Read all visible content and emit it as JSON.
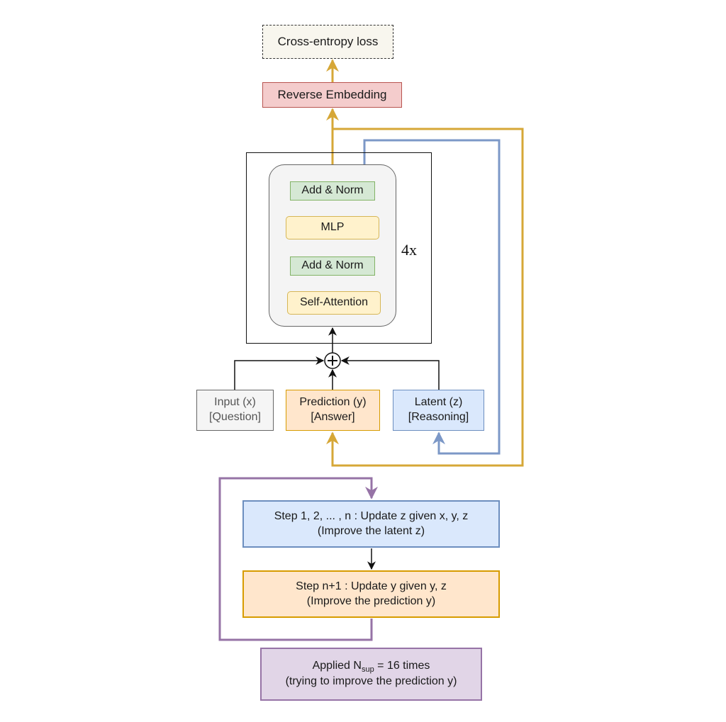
{
  "colors": {
    "output_path": "#d6a737",
    "latent_path": "#7c98c7",
    "loop_path": "#9673a6",
    "flow": "#111111"
  },
  "loss": {
    "label": "Cross-entropy loss"
  },
  "reverse_embedding": {
    "label": "Reverse Embedding"
  },
  "block": {
    "repeat_label": "4x",
    "layers": [
      {
        "id": "add-norm-top",
        "label": "Add & Norm"
      },
      {
        "id": "mlp",
        "label": "MLP"
      },
      {
        "id": "add-norm-bottom",
        "label": "Add & Norm"
      },
      {
        "id": "self-attention",
        "label": "Self-Attention"
      }
    ]
  },
  "sum_node": {
    "symbol": "+"
  },
  "inputs": {
    "input_x": {
      "line1": "Input (x)",
      "line2": "[Question]"
    },
    "prediction_y": {
      "line1": "Prediction (y)",
      "line2": "[Answer]"
    },
    "latent_z": {
      "line1": "Latent (z)",
      "line2": "[Reasoning]"
    }
  },
  "steps": {
    "step_latent": {
      "line1": "Step 1, 2, ... , n : Update z given x, y, z",
      "line2": "(Improve the latent z)"
    },
    "step_prediction": {
      "line1": "Step n+1 : Update y given y, z",
      "line2": "(Improve the prediction y)"
    }
  },
  "applied": {
    "prefix": "Applied N",
    "subscript": "sup",
    "suffix": " = 16 times",
    "line2": "(trying to improve the prediction y)"
  }
}
